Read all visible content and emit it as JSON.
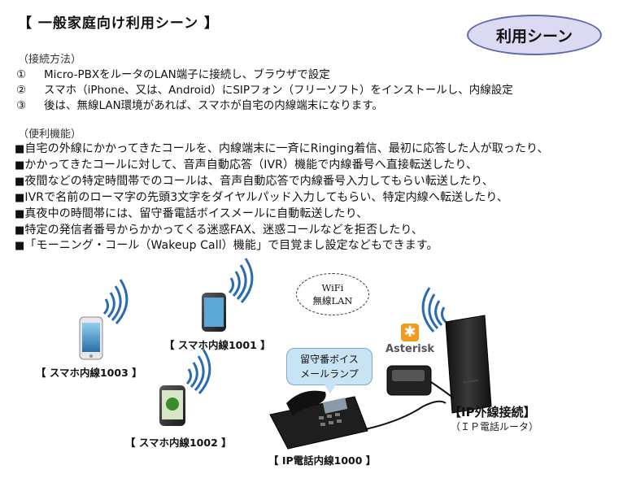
{
  "header": {
    "title": "【 一般家庭向け利用シーン 】",
    "badge": "利用シーン"
  },
  "connection": {
    "heading": "（接続方法）",
    "steps": [
      {
        "num": "①",
        "text": "Micro-PBXをルータのLAN端子に接続し、ブラウザで設定"
      },
      {
        "num": "②",
        "text": "スマホ（iPhone、又は、Android）にSIPフォン（フリーソフト）をインストールし、内線設定"
      },
      {
        "num": "③",
        "text": "後は、無線LAN環境があれば、スマホが自宅の内線端末になります。"
      }
    ]
  },
  "features": {
    "heading": "（便利機能）",
    "bullet": "■",
    "items": [
      "自宅の外線にかかってきたコールを、内線端末に一斉にRinging着信、最初に応答した人が取ったり、",
      "かかってきたコールに対して、音声自動応答（IVR）機能で内線番号へ直接転送したり、",
      "夜間などの特定時間帯でのコールは、音声自動応答で内線番号入力してもらい転送したり、",
      "IVRで名前のローマ字の先頭3文字をダイヤルパッド入力してもらい、特定内線へ転送したり、",
      "真夜中の時間帯には、留守番電話ボイスメールに自動転送したり、",
      "特定の発信者番号からかかってくる迷惑FAX、迷惑コールなどを拒否したり、",
      "「モーニング・コール（Wakeup Call）機能」で目覚まし設定などもできます。"
    ]
  },
  "diagram": {
    "phone_1001": "【 スマホ内線1001 】",
    "phone_1003": "【 スマホ内線1003 】",
    "phone_1002": "【 スマホ内線1002 】",
    "ip_phone": "【 IP電話内線1000 】",
    "wifi": [
      "WiFi",
      "無線LAN"
    ],
    "callout": [
      "留守番ボイス",
      "メールランプ"
    ],
    "asterisk": "Asterisk",
    "router_label": "【IP外線接続】",
    "router_sub": "（ＩＰ電話ルータ）",
    "icons": [
      "smartphone-icon",
      "wifi-waves-icon",
      "desk-phone-icon",
      "router-icon",
      "asterisk-logo"
    ]
  }
}
